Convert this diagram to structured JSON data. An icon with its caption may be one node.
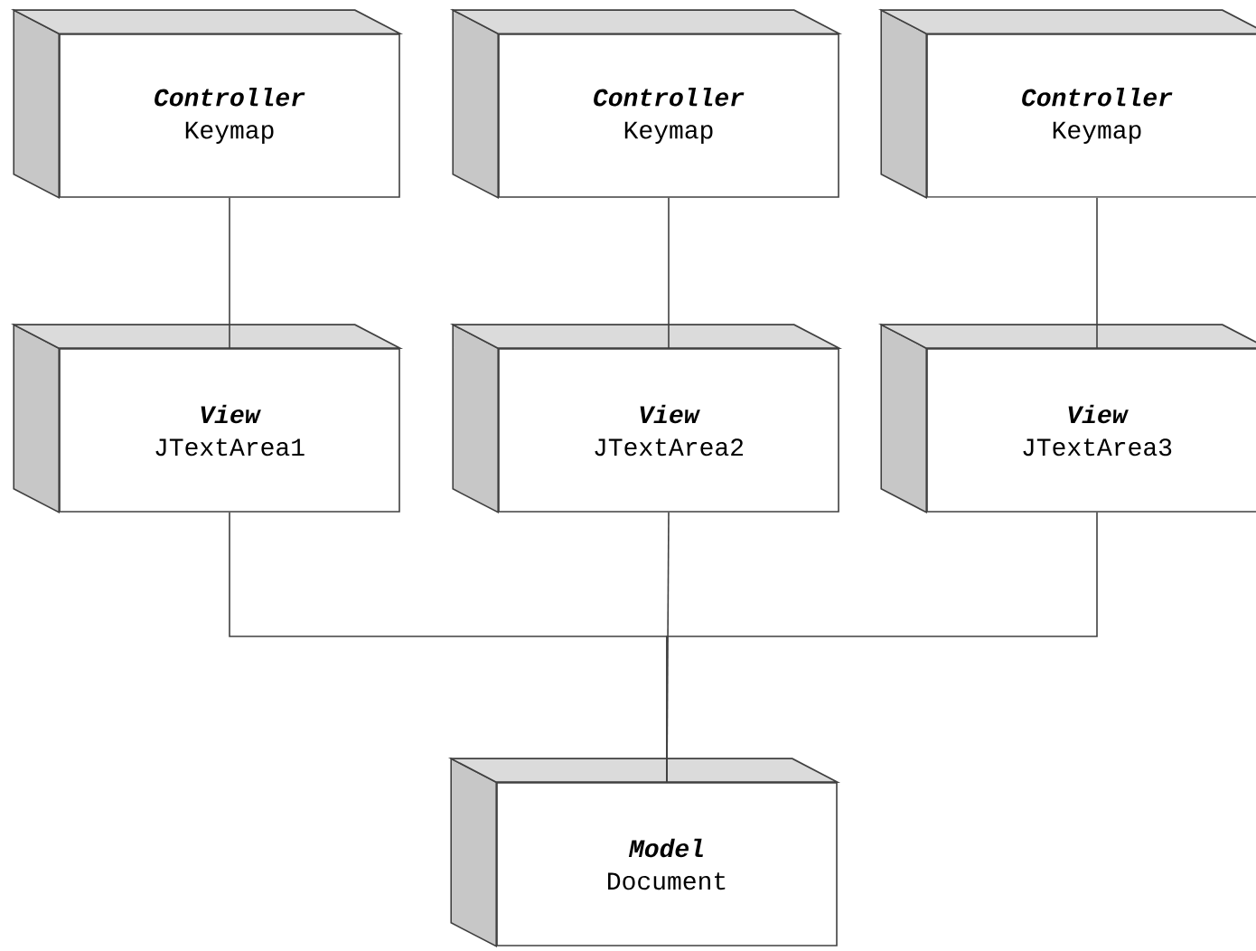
{
  "diagram": {
    "nodes": [
      {
        "text": [
          "Controller",
          "Keymap"
        ]
      },
      {
        "text": [
          "Controller",
          "Keymap"
        ]
      },
      {
        "text": [
          "Controller",
          "Keymap"
        ]
      },
      {
        "text": [
          "View",
          "JTextArea1"
        ]
      },
      {
        "text": [
          "View",
          "JTextArea2"
        ]
      },
      {
        "text": [
          "View",
          "JTextArea3"
        ]
      },
      {
        "text": [
          "Model",
          "Document"
        ]
      }
    ],
    "edges": [
      {
        "from": 0,
        "to": 3,
        "arrow": "none"
      },
      {
        "from": 1,
        "to": 4,
        "arrow": "none"
      },
      {
        "from": 2,
        "to": 5,
        "arrow": "none"
      },
      {
        "from": 3,
        "to": 6,
        "arrow": "none"
      },
      {
        "from": 4,
        "to": 6,
        "arrow": "none"
      },
      {
        "from": 5,
        "to": 6,
        "arrow": "none"
      }
    ]
  }
}
